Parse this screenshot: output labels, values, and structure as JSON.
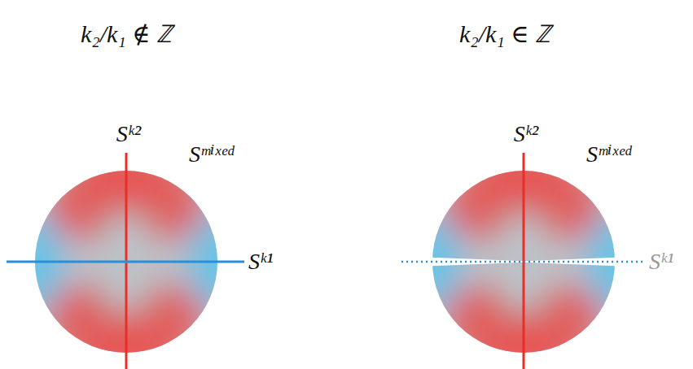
{
  "diagram": {
    "labels": [
      "k₂/k₁ ∉ ℤ",
      "k₂/k₁ ∈ ℤ",
      "Sᵏ²",
      "Sᵐⁱˣᵉᵈ",
      "Sᵏ¹",
      "Sᵏ²",
      "Sᵐⁱˣᵉᵈ",
      "Sᵏ¹"
    ]
  }
}
